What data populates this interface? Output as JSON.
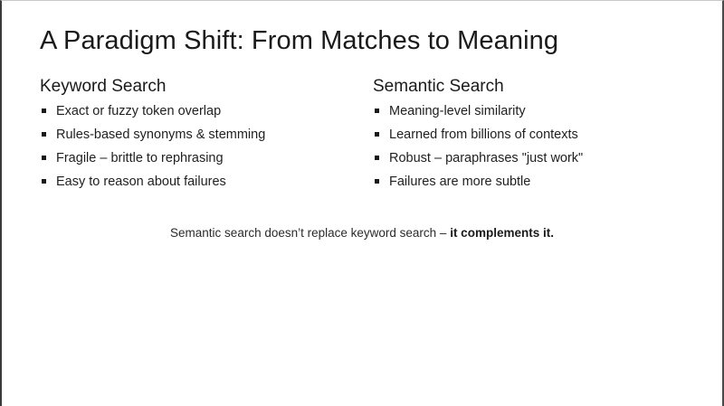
{
  "slide": {
    "title": "A Paradigm Shift: From Matches to Meaning",
    "background_color": "#ffffff",
    "text_color": "#1a1a1a",
    "bullet_glyph": "filled-square-bullet",
    "columns": [
      {
        "heading": "Keyword Search",
        "bullets": [
          "Exact or fuzzy token overlap",
          "Rules-based synonyms & stemming",
          "Fragile – brittle to rephrasing",
          "Easy to reason about failures"
        ]
      },
      {
        "heading": "Semantic Search",
        "bullets": [
          "Meaning-level similarity",
          "Learned from billions of contexts",
          "Robust – paraphrases \"just work\"",
          "Failures are more subtle"
        ]
      }
    ],
    "footnote": {
      "lead": "Semantic search doesn’t replace keyword search – ",
      "emphasis": "it complements it."
    }
  }
}
